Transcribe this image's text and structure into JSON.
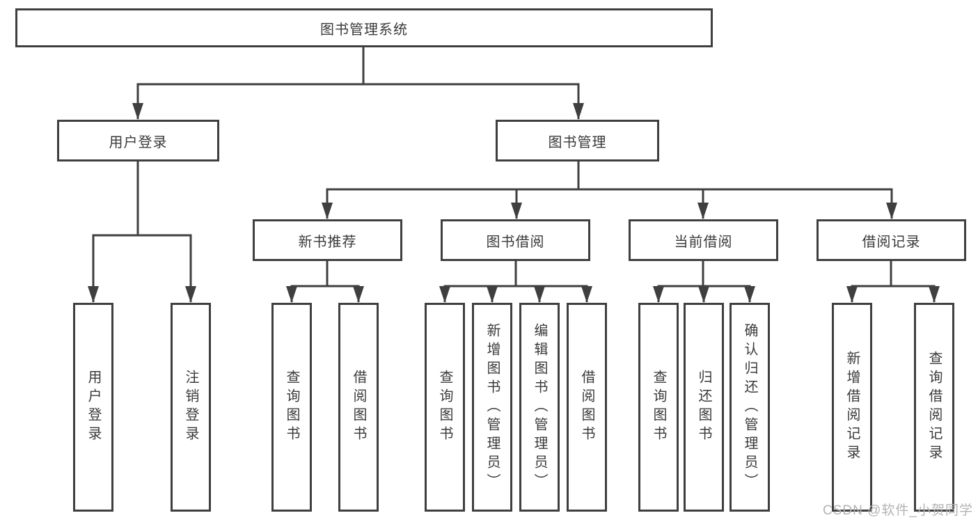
{
  "colors": {
    "line": "#3f3f3f",
    "text": "#3a3a3a",
    "bg": "#ffffff",
    "watermark": "#b3b3b3"
  },
  "watermark": {
    "text": "CSDN @软件_小贺同学"
  },
  "diagram": {
    "root": {
      "label": "图书管理系统"
    },
    "level2": [
      {
        "label": "用户登录"
      },
      {
        "label": "图书管理"
      }
    ],
    "level3": [
      {
        "label": "新书推荐"
      },
      {
        "label": "图书借阅"
      },
      {
        "label": "当前借阅"
      },
      {
        "label": "借阅记录"
      }
    ],
    "leaves": [
      {
        "label": "用户登录"
      },
      {
        "label": "注销登录"
      },
      {
        "label": "查询图书"
      },
      {
        "label": "借阅图书"
      },
      {
        "label": "查询图书"
      },
      {
        "label": "新增图书（管理员）"
      },
      {
        "label": "编辑图书（管理员）"
      },
      {
        "label": "借阅图书"
      },
      {
        "label": "查询图书"
      },
      {
        "label": "归还图书"
      },
      {
        "label": "确认归还（管理员）"
      },
      {
        "label": "新增借阅记录"
      },
      {
        "label": "查询借阅记录"
      }
    ]
  }
}
